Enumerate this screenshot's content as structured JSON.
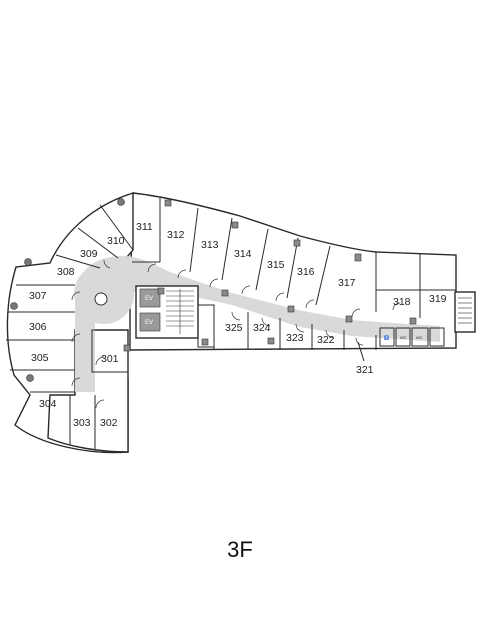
{
  "floor": {
    "label": "3F"
  },
  "rooms": [
    {
      "id": "301",
      "label": "301"
    },
    {
      "id": "302",
      "label": "302"
    },
    {
      "id": "303",
      "label": "303"
    },
    {
      "id": "304",
      "label": "304"
    },
    {
      "id": "305",
      "label": "305"
    },
    {
      "id": "306",
      "label": "306"
    },
    {
      "id": "307",
      "label": "307"
    },
    {
      "id": "308",
      "label": "308"
    },
    {
      "id": "309",
      "label": "309"
    },
    {
      "id": "310",
      "label": "310"
    },
    {
      "id": "311",
      "label": "311"
    },
    {
      "id": "312",
      "label": "312"
    },
    {
      "id": "313",
      "label": "313"
    },
    {
      "id": "314",
      "label": "314"
    },
    {
      "id": "315",
      "label": "315"
    },
    {
      "id": "316",
      "label": "316"
    },
    {
      "id": "317",
      "label": "317"
    },
    {
      "id": "318",
      "label": "318"
    },
    {
      "id": "319",
      "label": "319"
    },
    {
      "id": "321",
      "label": "321"
    },
    {
      "id": "322",
      "label": "322"
    },
    {
      "id": "323",
      "label": "323"
    },
    {
      "id": "324",
      "label": "324"
    },
    {
      "id": "325",
      "label": "325"
    }
  ],
  "elevators": [
    {
      "label": "EV"
    },
    {
      "label": "EV"
    }
  ]
}
